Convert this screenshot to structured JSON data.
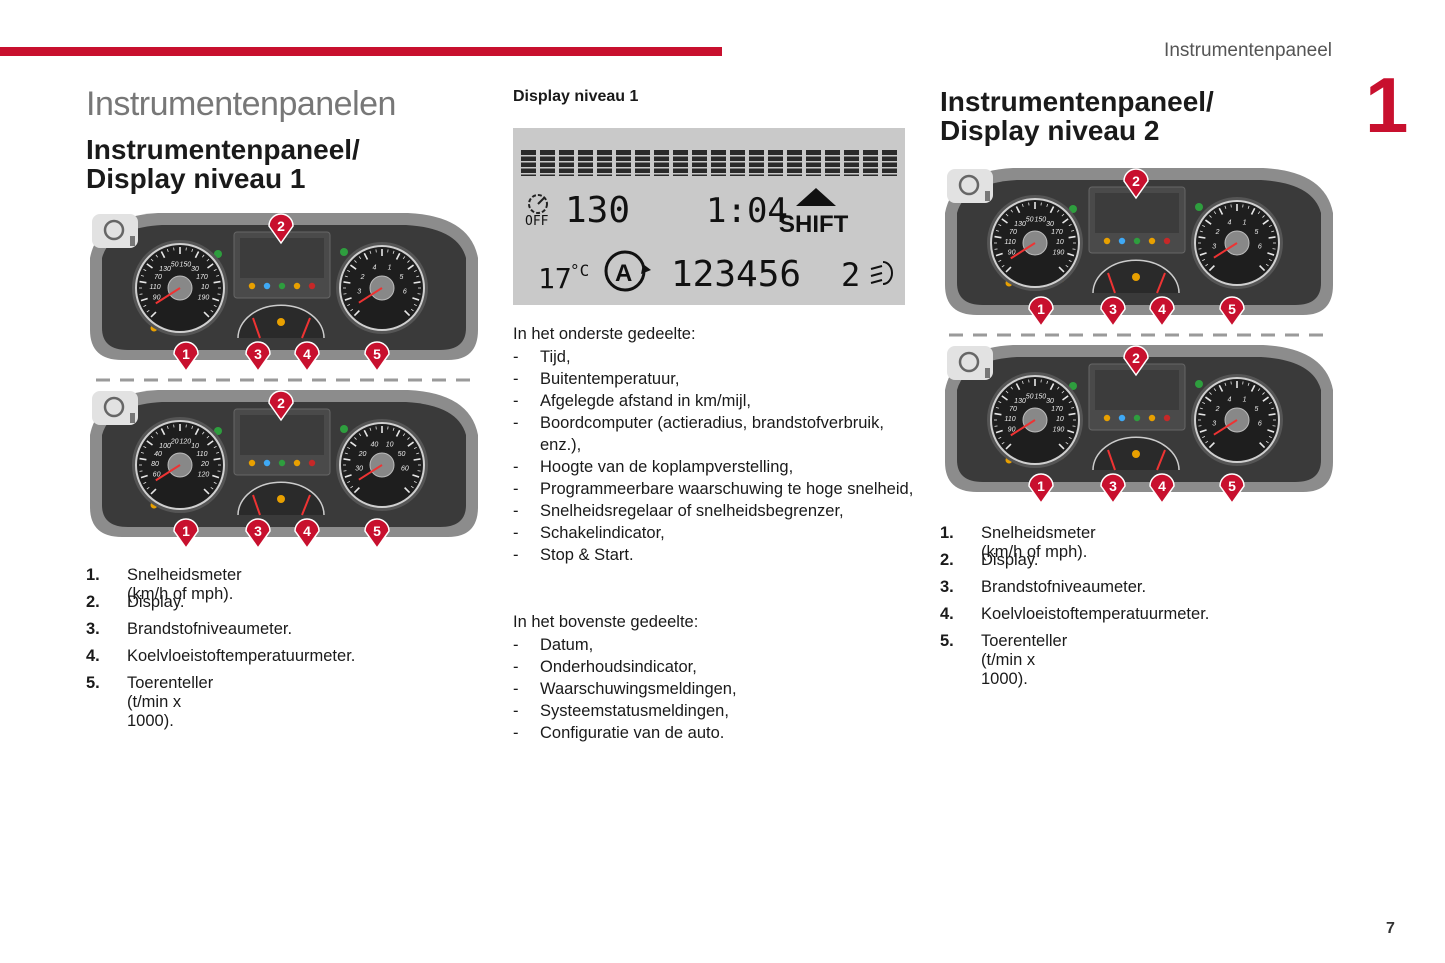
{
  "header": {
    "title": "Instrumentenpaneel",
    "chapter": "1",
    "page_number": "7"
  },
  "left": {
    "section_title": "Instrumentenpanelen",
    "heading_line1": "Instrumentenpaneel/",
    "heading_line2": "Display niveau 1",
    "legend": [
      {
        "num": "1.",
        "text": "Snelheidsmeter (km/h of mph)."
      },
      {
        "num": "2.",
        "text": "Display."
      },
      {
        "num": "3.",
        "text": "Brandstofniveaumeter."
      },
      {
        "num": "4.",
        "text": "Koelvloeistoftemperatuurmeter."
      },
      {
        "num": "5.",
        "text": "Toerenteller (t/min x 1000)."
      }
    ]
  },
  "middle": {
    "heading": "Display niveau 1",
    "lcd": {
      "off_label": "OFF",
      "speed": "130",
      "time": "1:04",
      "shift": "SHIFT",
      "temperature": "17",
      "temp_unit": "°C",
      "auto_symbol": "A",
      "odometer": "123456",
      "headlamp_level": "2"
    },
    "lower_intro": "In het onderste gedeelte:",
    "lower_items": [
      "Tijd,",
      "Buitentemperatuur,",
      "Afgelegde afstand in km/mijl,",
      "Boordcomputer (actieradius, brandstofverbruik, enz.),",
      "Hoogte van de koplampverstelling,",
      "Programmeerbare waarschuwing te hoge snelheid,",
      "Snelheidsregelaar of snelheidsbegrenzer,",
      "Schakelindicator,",
      "Stop & Start."
    ],
    "upper_intro": "In het bovenste gedeelte:",
    "upper_items": [
      "Datum,",
      "Onderhoudsindicator,",
      "Waarschuwingsmeldingen,",
      "Systeemstatusmeldingen,",
      "Configuratie van de auto."
    ]
  },
  "right": {
    "heading_line1": "Instrumentenpaneel/",
    "heading_line2": "Display niveau 2",
    "legend": [
      {
        "num": "1.",
        "text": "Snelheidsmeter (km/h of mph)."
      },
      {
        "num": "2.",
        "text": "Display."
      },
      {
        "num": "3.",
        "text": "Brandstofniveaumeter."
      },
      {
        "num": "4.",
        "text": "Koelvloeistoftemperatuurmeter."
      },
      {
        "num": "5.",
        "text": "Toerenteller (t/min x 1000)."
      }
    ]
  },
  "callouts": [
    "1",
    "2",
    "3",
    "4",
    "5"
  ],
  "gauge_marks": {
    "speedo_kmh": [
      "90",
      "110",
      "70",
      "130",
      "50",
      "150",
      "30",
      "170",
      "10",
      "190"
    ],
    "speedo_dual": [
      "60",
      "80",
      "40",
      "100",
      "20",
      "120",
      "10",
      "110",
      "20",
      "120"
    ],
    "tacho": [
      "3",
      "2",
      "4",
      "1",
      "5",
      "6"
    ],
    "tacho_alt": [
      "30",
      "20",
      "40",
      "10",
      "50",
      "60"
    ]
  },
  "colors": {
    "accent": "#c8102e",
    "lcd_bg": "#c9c9c9",
    "cluster_body": "#8c8c8c",
    "cluster_face": "#2e2e2e"
  }
}
